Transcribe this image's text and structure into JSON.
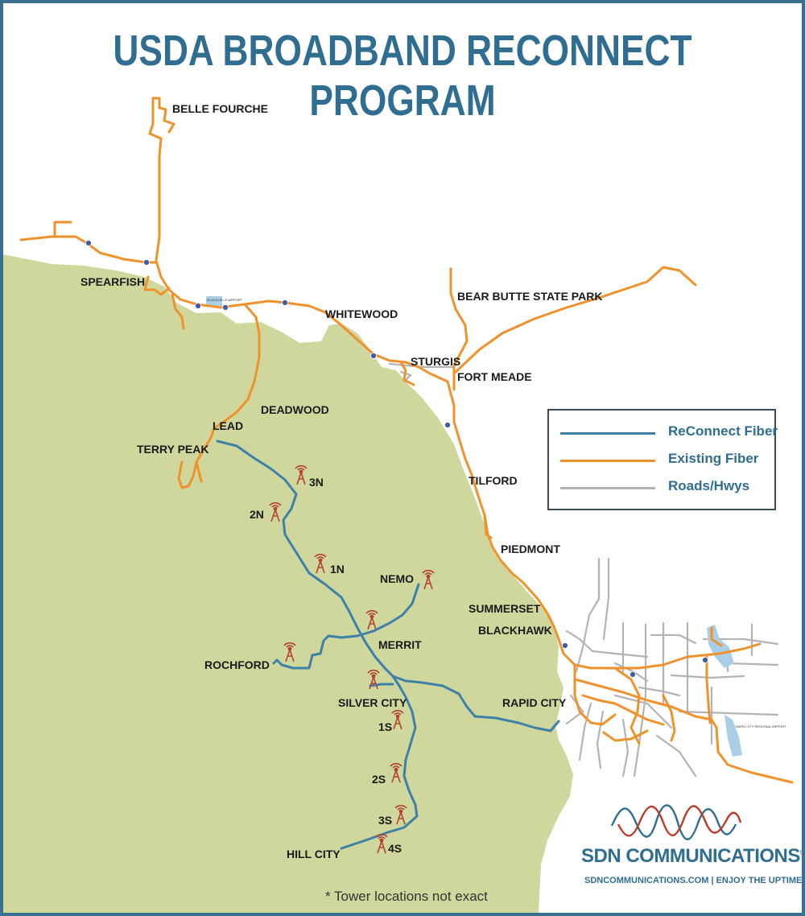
{
  "title": "USDA BROADBAND RECONNECT PROGRAM",
  "places": {
    "belle_fourche": "BELLE FOURCHE",
    "spearfish": "SPEARFISH",
    "whitewood": "WHITEWOOD",
    "bear_butte": "BEAR BUTTE STATE PARK",
    "sturgis": "STURGIS",
    "fort_meade": "FORT MEADE",
    "deadwood": "DEADWOOD",
    "lead": "LEAD",
    "terry_peak": "TERRY PEAK",
    "tilford": "TILFORD",
    "piedmont": "PIEDMONT",
    "nemo": "NEMO",
    "summerset": "SUMMERSET",
    "blackhawk": "BLACKHAWK",
    "merrit": "MERRIT",
    "rochford": "ROCHFORD",
    "silver_city": "SILVER CITY",
    "rapid_city": "RAPID  CITY",
    "hill_city": "HILL CITY"
  },
  "map_labels": {
    "black_hills_airport": "BLACK HILLS AIRPORT",
    "rapid_city_airport": "RAPID CITY REGIONAL AIRPORT"
  },
  "towers": [
    "3N",
    "2N",
    "1N",
    "1S",
    "2S",
    "3S",
    "4S"
  ],
  "legend": {
    "items": [
      {
        "label": "ReConnect Fiber",
        "color": "#3d80a8"
      },
      {
        "label": "Existing Fiber",
        "color": "#f0922b"
      },
      {
        "label": "Roads/Hwys",
        "color": "#b3b3b3"
      }
    ]
  },
  "footnote": "* Tower locations not exact",
  "brand": {
    "name": "SDN COMMUNICATIONS",
    "registered": "®",
    "tagline": "SDNCOMMUNICATIONS.COM | ENJOY THE UPTIME."
  },
  "colors": {
    "hills_fill": "#cfd79d",
    "reconnect": "#3d80a8",
    "existing": "#f0922b",
    "roads": "#b3b3b3",
    "tower": "#b3432e",
    "title": "#2f6d91"
  }
}
